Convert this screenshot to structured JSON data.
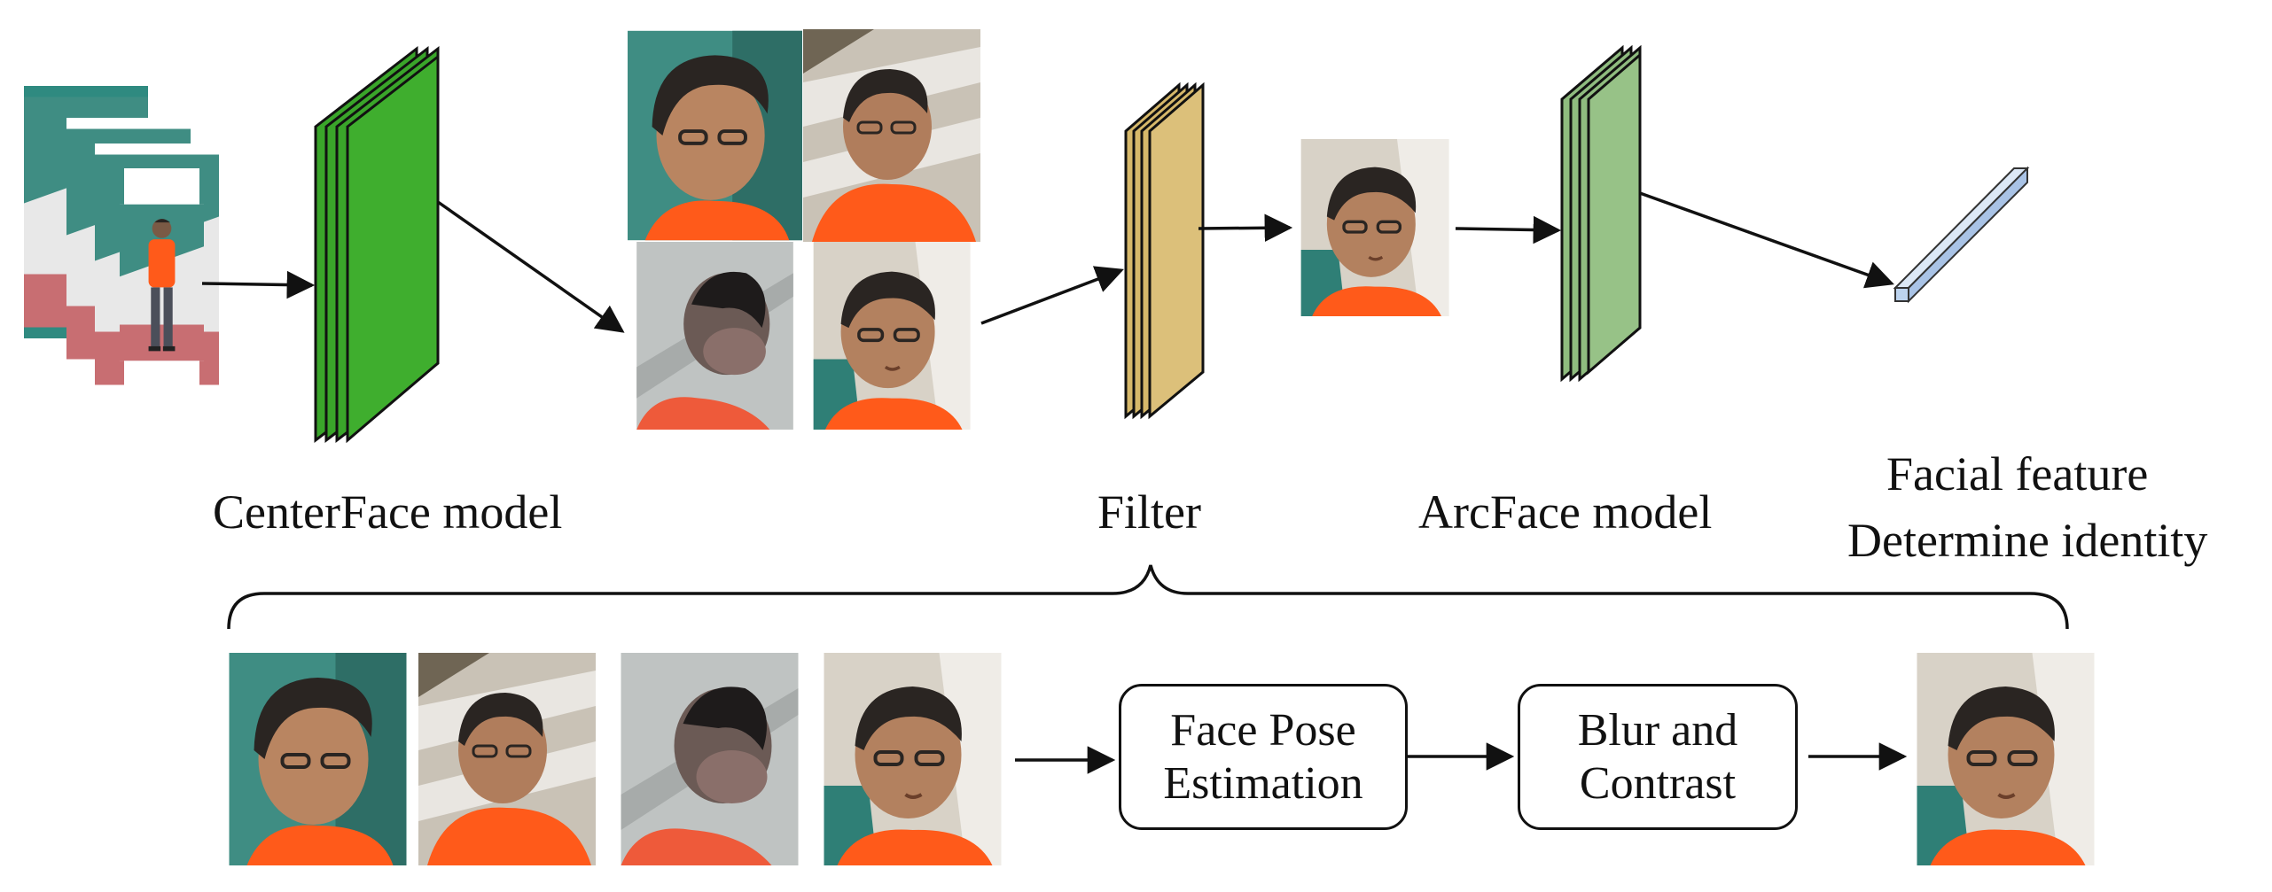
{
  "labels": {
    "centerface": "CenterFace model",
    "filter": "Filter",
    "arcface": "ArcFace model",
    "feature_line1": "Facial feature",
    "feature_line2": "Determine identity"
  },
  "process_boxes": {
    "pose_line1": "Face Pose",
    "pose_line2": "Estimation",
    "blur_line1": "Blur and",
    "blur_line2": "Contrast"
  },
  "colors": {
    "centerface_layer": "#3aa52a",
    "filter_layer": "#d6b86a",
    "arcface_layer": "#8fbc7f",
    "feature_vector": "#bcd3ee",
    "shirt": "#ff5a1a",
    "skin": "#b9825f",
    "hair": "#2a2522"
  }
}
